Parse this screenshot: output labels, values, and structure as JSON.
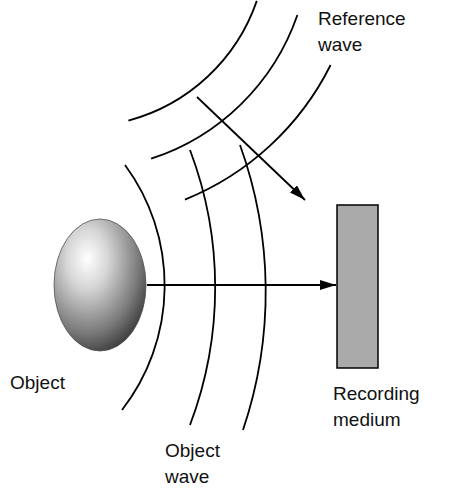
{
  "diagram": {
    "nodes": [
      {
        "text": [
          "Object"
        ]
      },
      {
        "text": [
          "Recording medium"
        ]
      }
    ],
    "edges": [
      {
        "from": 0,
        "to": 1,
        "arrow": "to"
      }
    ],
    "labels": [
      "Reference wave",
      "Object wave"
    ]
  }
}
